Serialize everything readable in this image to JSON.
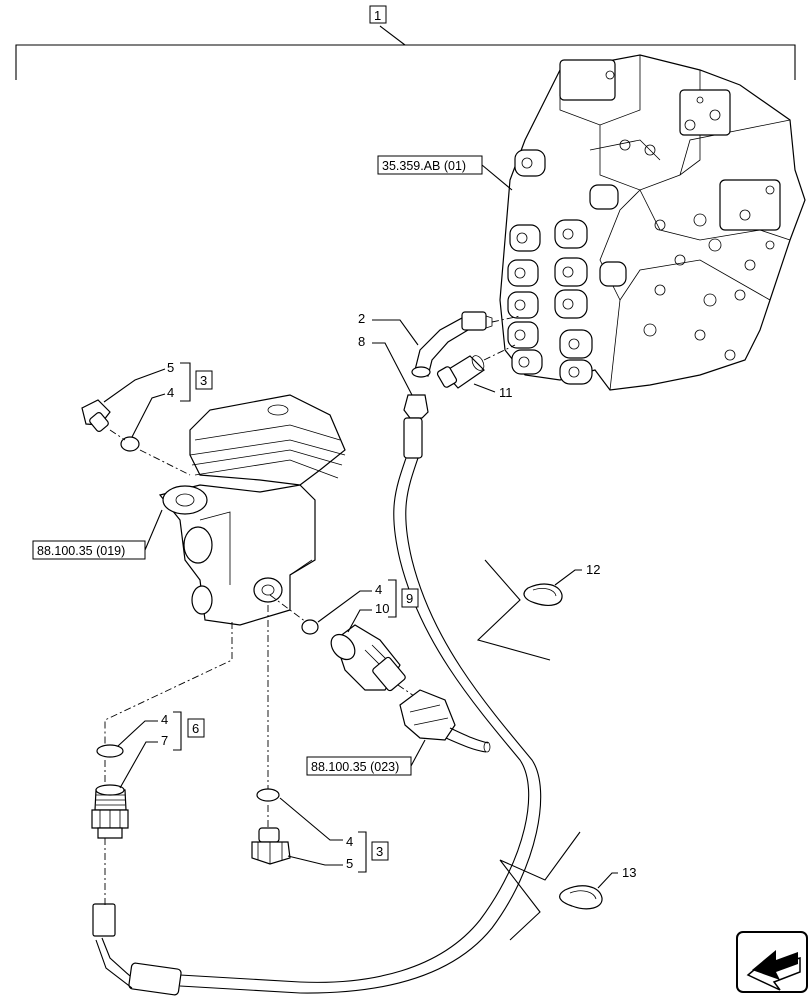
{
  "callouts": {
    "c1": "1",
    "c2": "2",
    "c3a": "3",
    "c3b": "3",
    "c4a": "4",
    "c4b": "4",
    "c4c": "4",
    "c4d": "4",
    "c5a": "5",
    "c5b": "5",
    "c6": "6",
    "c7": "7",
    "c8": "8",
    "c9": "9",
    "c10": "10",
    "c11": "11",
    "c12": "12",
    "c13": "13"
  },
  "references": {
    "valve_ref": "35.359.AB (01)",
    "pedal_ref": "88.100.35 (019)",
    "connector_ref": "88.100.35 (023)"
  },
  "icons": {
    "nav": "next-page-arrow-icon"
  }
}
